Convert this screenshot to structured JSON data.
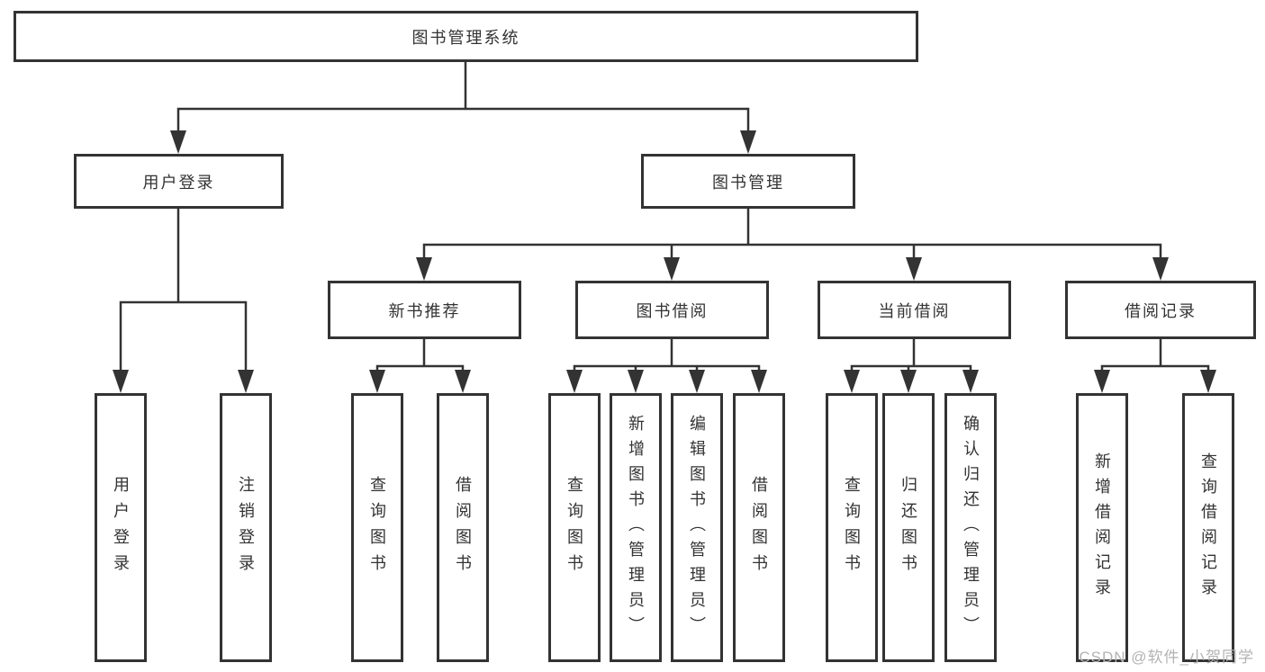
{
  "diagram": {
    "watermark": "CSDN @软件_小贺同学",
    "colors": {
      "line": "#333333",
      "text": "#333333",
      "background": "#ffffff",
      "watermark": "#b3b3b3"
    },
    "root": {
      "label": "图书管理系统"
    },
    "level2": [
      {
        "label": "用户登录"
      },
      {
        "label": "图书管理"
      }
    ],
    "level3": [
      {
        "label": "新书推荐"
      },
      {
        "label": "图书借阅"
      },
      {
        "label": "当前借阅"
      },
      {
        "label": "借阅记录"
      }
    ],
    "leaves": {
      "user_login": [
        {
          "label": "用户登录"
        },
        {
          "label": "注销登录"
        }
      ],
      "new_book": [
        {
          "label": "查询图书"
        },
        {
          "label": "借阅图书"
        }
      ],
      "borrow": [
        {
          "label": "查询图书"
        },
        {
          "label": "新增图书（管理员）"
        },
        {
          "label": "编辑图书（管理员）"
        },
        {
          "label": "借阅图书"
        }
      ],
      "current": [
        {
          "label": "查询图书"
        },
        {
          "label": "归还图书"
        },
        {
          "label": "确认归还（管理员）"
        }
      ],
      "records": [
        {
          "label": "新增借阅记录"
        },
        {
          "label": "查询借阅记录"
        }
      ]
    }
  }
}
